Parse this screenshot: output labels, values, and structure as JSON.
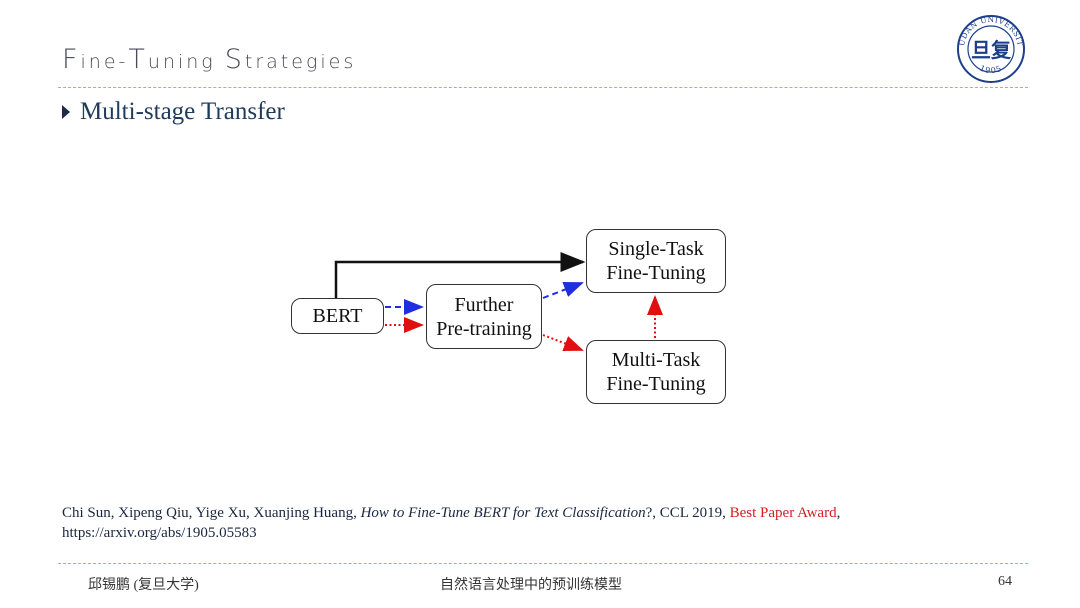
{
  "slide": {
    "title_parts": [
      {
        "text": "F",
        "case": "cap"
      },
      {
        "text": "ine-",
        "case": "lower"
      },
      {
        "text": "T",
        "case": "cap"
      },
      {
        "text": "uning ",
        "case": "lower"
      },
      {
        "text": "S",
        "case": "cap"
      },
      {
        "text": "trategies",
        "case": "lower"
      }
    ],
    "bullet": "Multi-stage Transfer"
  },
  "logo": {
    "name": "FUDAN UNIVERSITY",
    "year": "1905",
    "glyph": "旦复"
  },
  "diagram": {
    "nodes": {
      "bert": "BERT",
      "further": [
        "Further",
        "Pre-training"
      ],
      "single": [
        "Single-Task",
        "Fine-Tuning"
      ],
      "multi": [
        "Multi-Task",
        "Fine-Tuning"
      ]
    },
    "colors": {
      "solid_arrow": "#111111",
      "blue_arrow": "#1f2fe0",
      "red_arrow": "#e01010"
    }
  },
  "citation": {
    "authors": "Chi Sun, Xipeng Qiu, Yige Xu, Xuanjing Huang, ",
    "paper": "How to Fine-Tune BERT for Text Classification",
    "venue": "?, CCL 2019, ",
    "award": "Best Paper Award",
    "after_award": ",",
    "url": "https://arxiv.org/abs/1905.05583"
  },
  "footer": {
    "author": "邱锡鹏 (复旦大学)",
    "course": "自然语言处理中的预训练模型",
    "page": "64"
  }
}
